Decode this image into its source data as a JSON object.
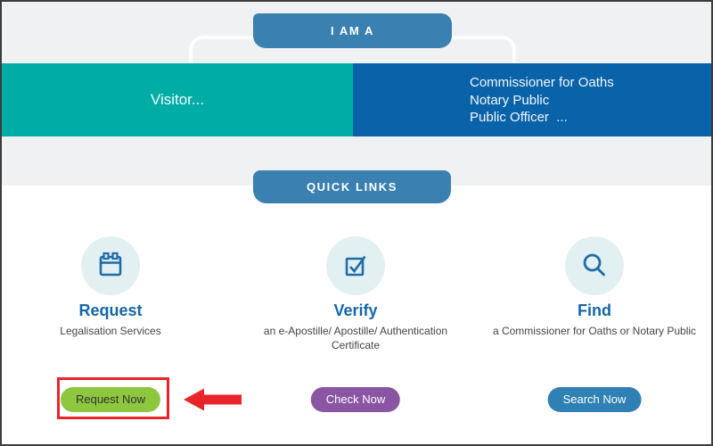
{
  "colors": {
    "page_border": "#3c3c3c",
    "top_band_gray": "#f0f1f2",
    "badge_blue": "#3a80b0",
    "visitor_teal": "#00aca6",
    "officer_blue": "#0a62a9",
    "title_blue": "#1566a8",
    "icon_stroke_blue": "#1e6ca8",
    "icon_circle_bg": "#e3f0f2",
    "request_button_green": "#8dc63f",
    "check_button_purple": "#8a55a2",
    "search_button_blue": "#2f80b4",
    "annotation_red": "#e8252a"
  },
  "persona": {
    "badge": "I AM A",
    "options": [
      {
        "label": "Visitor..."
      },
      {
        "lines": [
          "Commissioner for Oaths",
          "Notary Public",
          "Public Officer  ..."
        ]
      }
    ]
  },
  "quick_links": {
    "badge": "QUICK LINKS",
    "items": [
      {
        "icon": "calendar-icon",
        "title": "Request",
        "description": "Legalisation Services",
        "button_label": "Request Now",
        "button_color": "#8dc63f"
      },
      {
        "icon": "checkbox-icon",
        "title": "Verify",
        "description": "an e-Apostille/ Apostille/ Authentication Certificate",
        "button_label": "Check Now",
        "button_color": "#8a55a2"
      },
      {
        "icon": "magnifier-icon",
        "title": "Find",
        "description": "a Commissioner for Oaths or Notary Public",
        "button_label": "Search Now",
        "button_color": "#2f80b4"
      }
    ]
  },
  "annotation": {
    "type": "red-box-and-arrow",
    "target": "Request Now",
    "color": "#e8252a"
  }
}
